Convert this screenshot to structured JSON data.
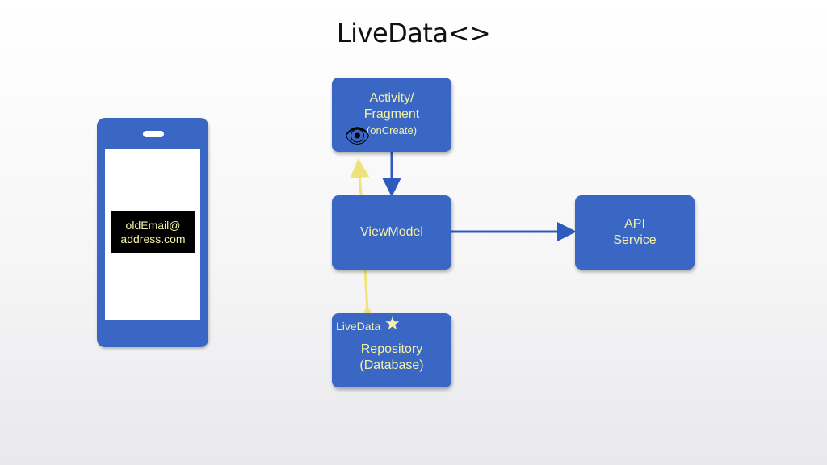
{
  "title": "LiveData<>",
  "phone": {
    "email_line1": "oldEmail@",
    "email_line2": "address.com"
  },
  "boxes": {
    "activity": {
      "line1": "Activity/",
      "line2": "Fragment",
      "line3": "(onCreate)"
    },
    "viewmodel": {
      "label": "ViewModel"
    },
    "api": {
      "line1": "API",
      "line2": "Service"
    },
    "repository": {
      "line1": "Repository",
      "line2": "(Database)",
      "livedata_label": "LiveData"
    }
  },
  "icons": {
    "eye": "👁",
    "star": "★"
  },
  "colors": {
    "box_fill": "#3a66c4",
    "box_text": "#f4f1a6",
    "observe_line": "#f0e27a",
    "arrow_blue": "#2f5bbf"
  }
}
